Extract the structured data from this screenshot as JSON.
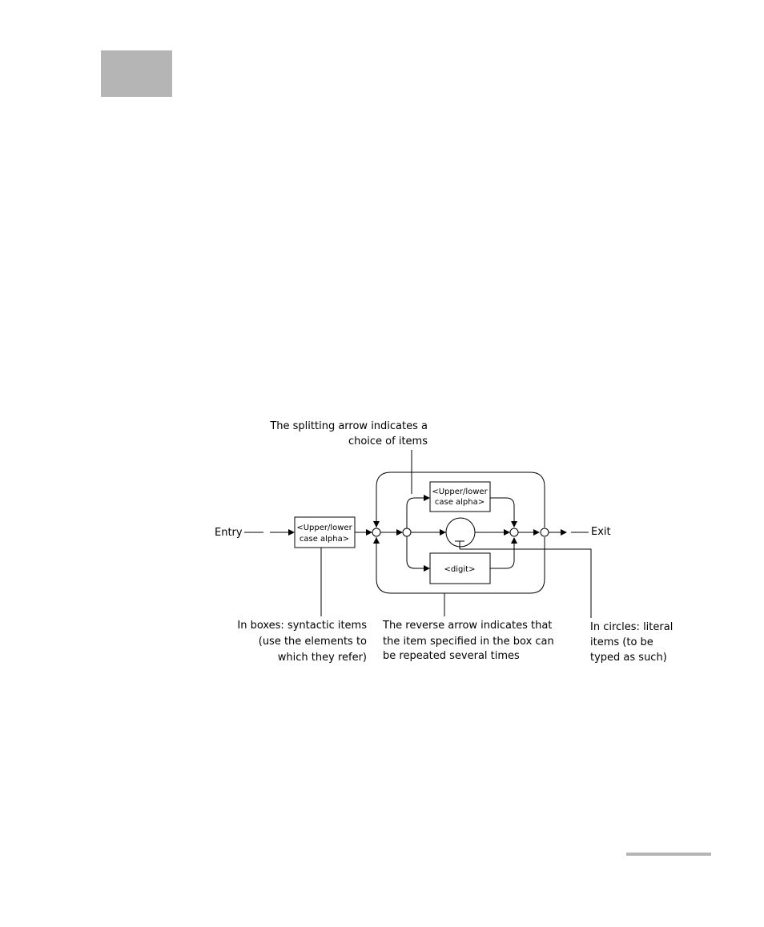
{
  "colors": {
    "header_block": "#b5b5b5",
    "footer_rule": "#b5b5b5",
    "line": "#000000"
  },
  "diagram": {
    "entry_label": "Entry",
    "exit_label": "Exit",
    "entry_box": [
      "<Upper/lower",
      "case alpha>"
    ],
    "upper_box": [
      "<Upper/lower",
      "case alpha>"
    ],
    "digit_box": "<digit>",
    "anno_splitting": [
      "The splitting arrow indicates a",
      "choice of items"
    ],
    "anno_boxes": [
      "In boxes: syntactic items",
      "(use the elements to",
      "which they refer)"
    ],
    "anno_reverse": [
      "The reverse arrow indicates that",
      "the item specified in the box can",
      "be repeated several times"
    ],
    "anno_circles": [
      "In circles: literal",
      "items (to be",
      "typed as such)"
    ]
  }
}
